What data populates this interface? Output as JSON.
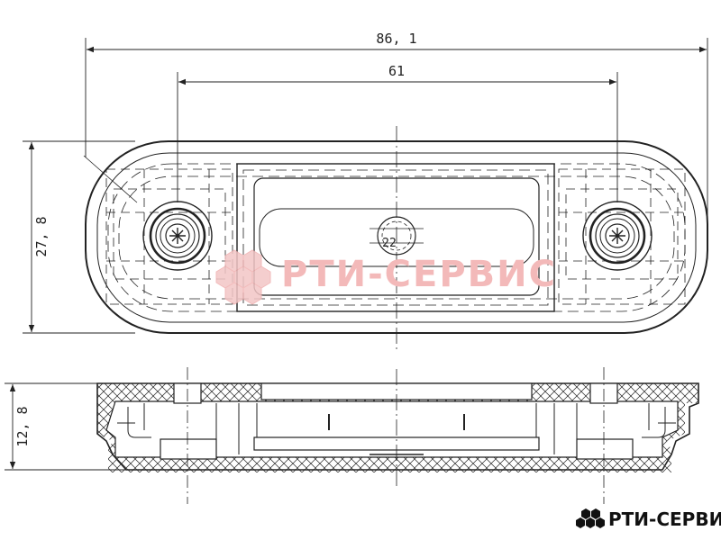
{
  "dimensions": {
    "overall_length": "86, 1",
    "hole_spacing": "61",
    "width": "27, 8",
    "height": "12, 8",
    "lens_diameter": "22"
  },
  "watermark": "РТИ-СЕРВИС",
  "brand": {
    "name": "РТИ-СЕРВИС",
    "accent_color": "#e03030",
    "logo_color": "#111111"
  }
}
